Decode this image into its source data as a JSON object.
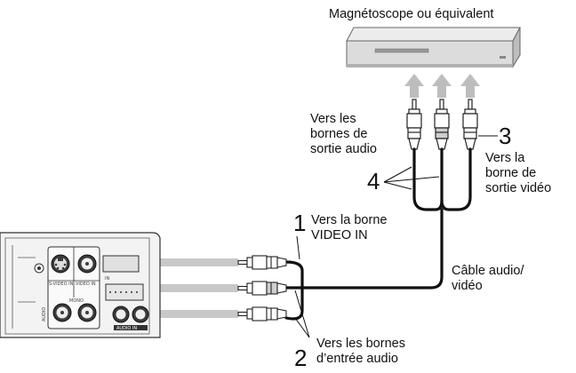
{
  "vcr": {
    "title": "Magnétoscope ou équivalent"
  },
  "callouts": {
    "c1": {
      "number": "1",
      "text": [
        "Vers la borne",
        "VIDEO IN"
      ]
    },
    "c2": {
      "number": "2",
      "text": [
        "Vers les bornes",
        "d’entrée audio"
      ]
    },
    "c3": {
      "number": "3",
      "text": [
        "Vers la",
        "borne de",
        "sortie vidéo"
      ]
    },
    "c4": {
      "number": "4"
    }
  },
  "audio_out": {
    "text": [
      "Vers les",
      "bornes de",
      "sortie audio"
    ]
  },
  "cable": {
    "text": [
      "Câble audio/",
      "vidéo"
    ]
  },
  "projector_panel": {
    "svideo": "S-VIDEO IN",
    "video": "VIDEO IN",
    "mono": "MONO",
    "audio": "AUDIO",
    "audio_in": "AUDIO IN",
    "in": "IN"
  }
}
